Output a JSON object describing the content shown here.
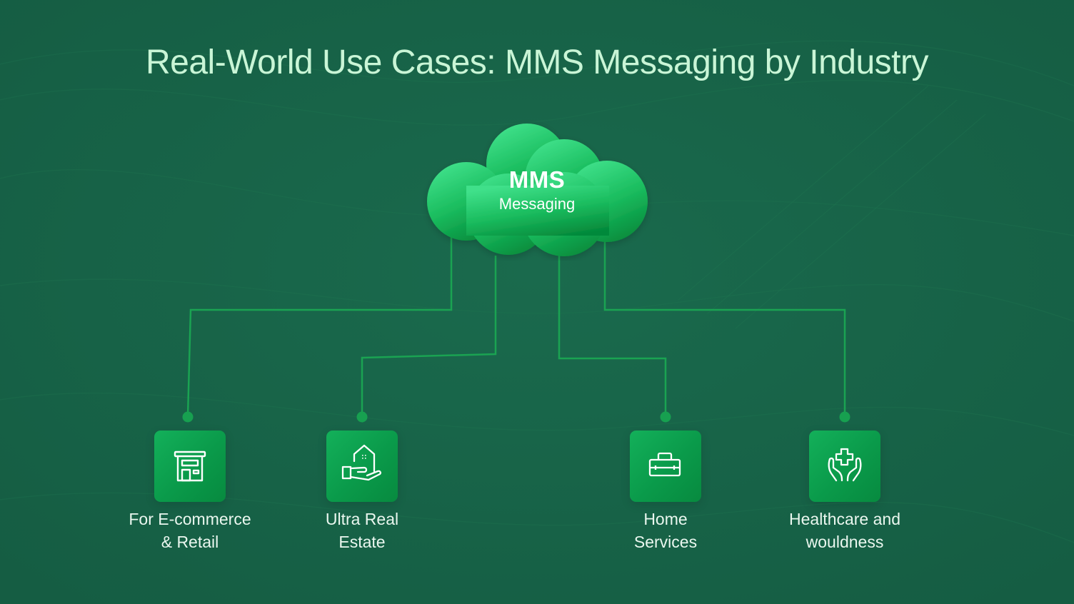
{
  "page": {
    "title": "Real-World Use Cases: MMS Messaging by Industry",
    "background_color": "#17634a",
    "title_color": "#c9f5d6",
    "connector_color": "#1aa352"
  },
  "hub": {
    "title": "MMS",
    "subtitle": "Messaging",
    "gradient_top": "#3fe08a",
    "gradient_bottom": "#04893a"
  },
  "nodes": [
    {
      "id": "ecommerce",
      "icon": "storefront-icon",
      "label_line1": "For E-commerce",
      "label_line2": "& Retail"
    },
    {
      "id": "real-estate",
      "icon": "house-in-hand-icon",
      "label_line1": "Ultra Real",
      "label_line2": "Estate"
    },
    {
      "id": "home-services",
      "icon": "toolbox-icon",
      "label_line1": "Home",
      "label_line2": "Services"
    },
    {
      "id": "healthcare",
      "icon": "medical-cross-hands-icon",
      "label_line1": "Healthcare and",
      "label_line2": "wouldness"
    }
  ]
}
